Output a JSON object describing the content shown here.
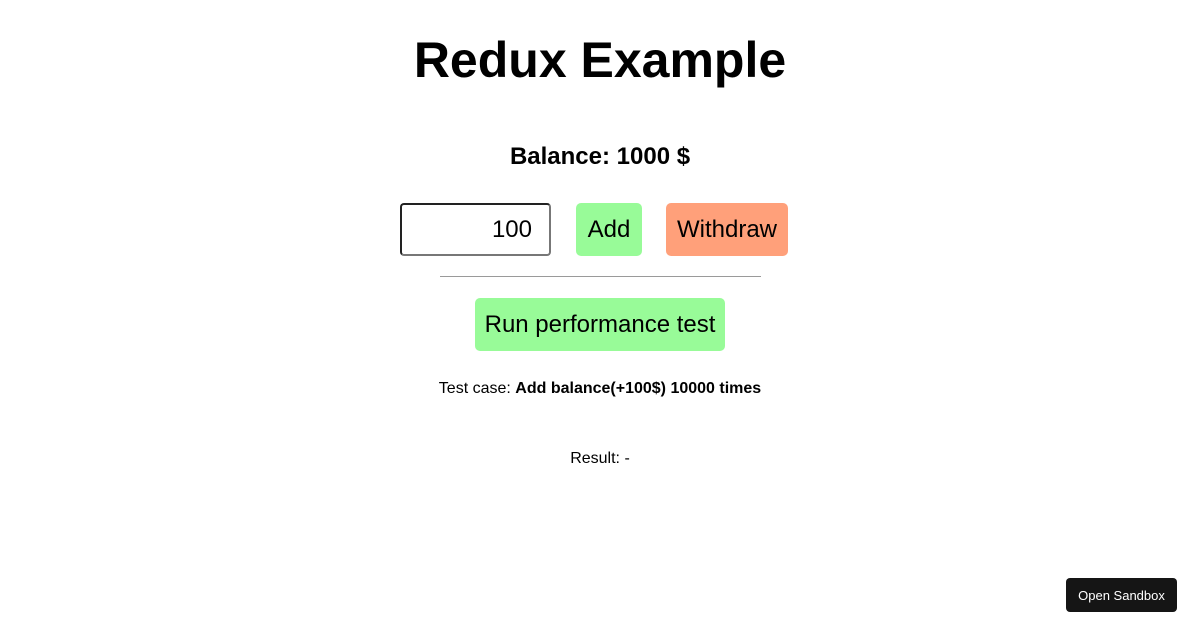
{
  "header": {
    "title": "Redux Example"
  },
  "balance": {
    "label": "Balance: 1000 $",
    "amount": 1000,
    "currency": "$"
  },
  "controls": {
    "amount_input_value": "100",
    "add_label": "Add",
    "withdraw_label": "Withdraw"
  },
  "performance": {
    "run_label": "Run performance test",
    "test_case_prefix": "Test case: ",
    "test_case_value": "Add balance(+100$) 10000 times",
    "result_label": "Result: -"
  },
  "footer": {
    "open_sandbox_label": "Open Sandbox"
  },
  "colors": {
    "add_button": "#98fb98",
    "withdraw_button": "#ffa07a",
    "run_button": "#98fb98",
    "sandbox_button": "#151515",
    "divider": "#9a9a9a"
  }
}
